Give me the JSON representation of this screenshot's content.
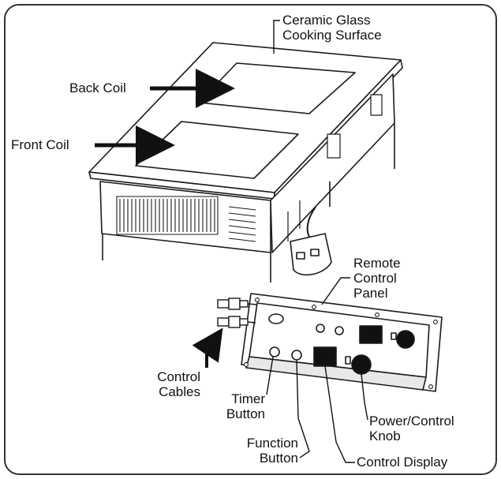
{
  "labels": {
    "ceramic_glass": [
      "Ceramic Glass",
      "Cooking Surface"
    ],
    "back_coil": "Back Coil",
    "front_coil": "Front Coil",
    "remote_panel": [
      "Remote",
      "Control",
      "Panel"
    ],
    "control_cables": [
      "Control",
      "Cables"
    ],
    "timer_button": [
      "Timer",
      "Button"
    ],
    "function_button": [
      "Function",
      "Button"
    ],
    "power_knob": [
      "Power/Control",
      "Knob"
    ],
    "control_display": "Control Display"
  },
  "colors": {
    "line": "#1a1a1a",
    "panel_face": "#ffffff",
    "panel_shadow": "#e8e8e8",
    "display_fill": "#111111",
    "frame": "#333333"
  }
}
